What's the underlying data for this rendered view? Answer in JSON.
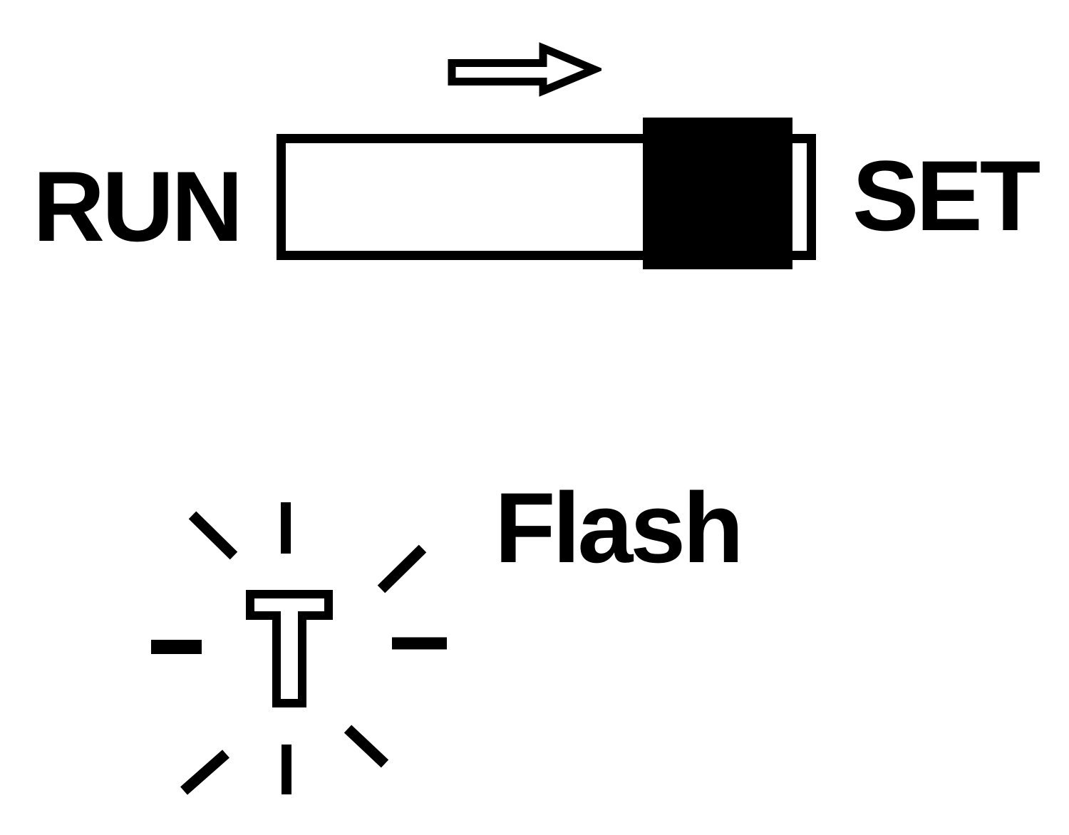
{
  "diagram": {
    "colors": {
      "ink": "#000000",
      "background": "#ffffff"
    }
  },
  "slide_switch": {
    "left_label": "RUN",
    "right_label": "SET",
    "arrow_direction": "right",
    "knob_position": "right"
  },
  "flash_indicator": {
    "label": "Flash",
    "symbol_letter": "T",
    "ray_count": 8
  }
}
